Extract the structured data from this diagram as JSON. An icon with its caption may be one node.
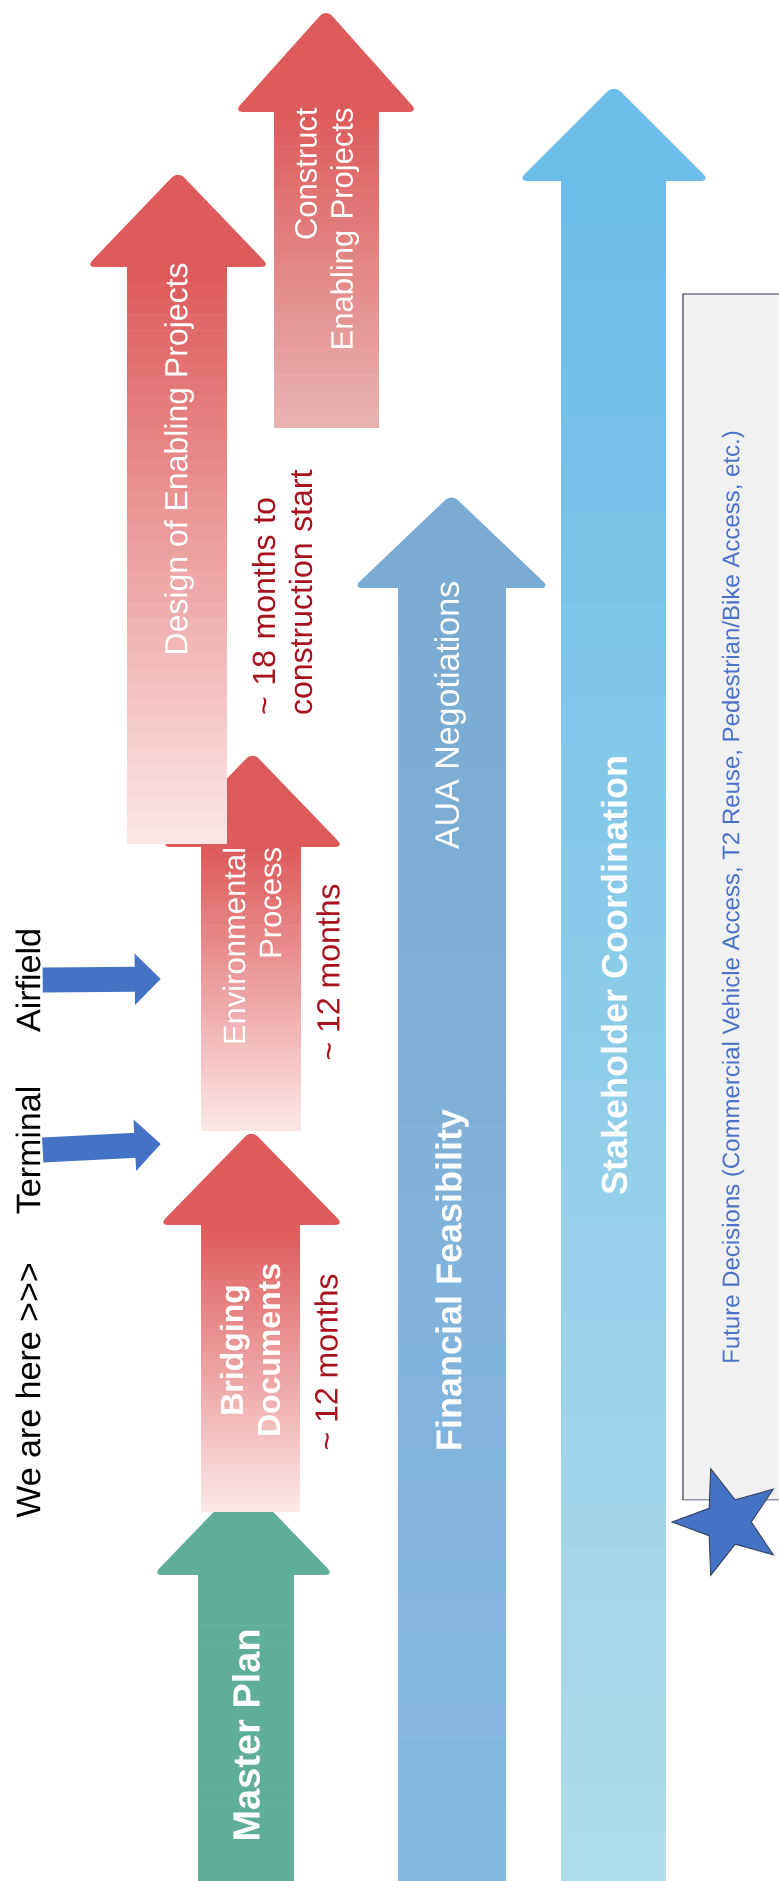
{
  "diagram": {
    "nodes": [
      {
        "text": [
          "Terminal"
        ]
      },
      {
        "text": [
          "Airfield"
        ]
      },
      {
        "text": [
          "Master Plan"
        ]
      },
      {
        "text": [
          "Bridging Documents"
        ]
      },
      {
        "text": [
          "Environmental Process"
        ]
      },
      {
        "text": [
          "Design of Enabling Projects"
        ]
      },
      {
        "text": [
          "Construct Enabling Projects"
        ]
      },
      {
        "text": [
          "Financial Feasibility",
          "AUA Negotiations"
        ]
      },
      {
        "text": [
          "Stakeholder Coordination"
        ]
      },
      {
        "text": [
          "Future Decisions (Commercial Vehicle Access, T2 Reuse, Pedestrian/Bike Access, etc.)"
        ]
      },
      {
        "text": [],
        "shape": "star"
      }
    ],
    "edges": [
      {
        "from": 0,
        "to": 4,
        "arrow": "to"
      },
      {
        "from": 1,
        "to": 4,
        "arrow": "to"
      }
    ],
    "labels": [
      "We are here >>>",
      "~ 12 months",
      "~ 12 months",
      "~ 18 months to construction start"
    ]
  }
}
